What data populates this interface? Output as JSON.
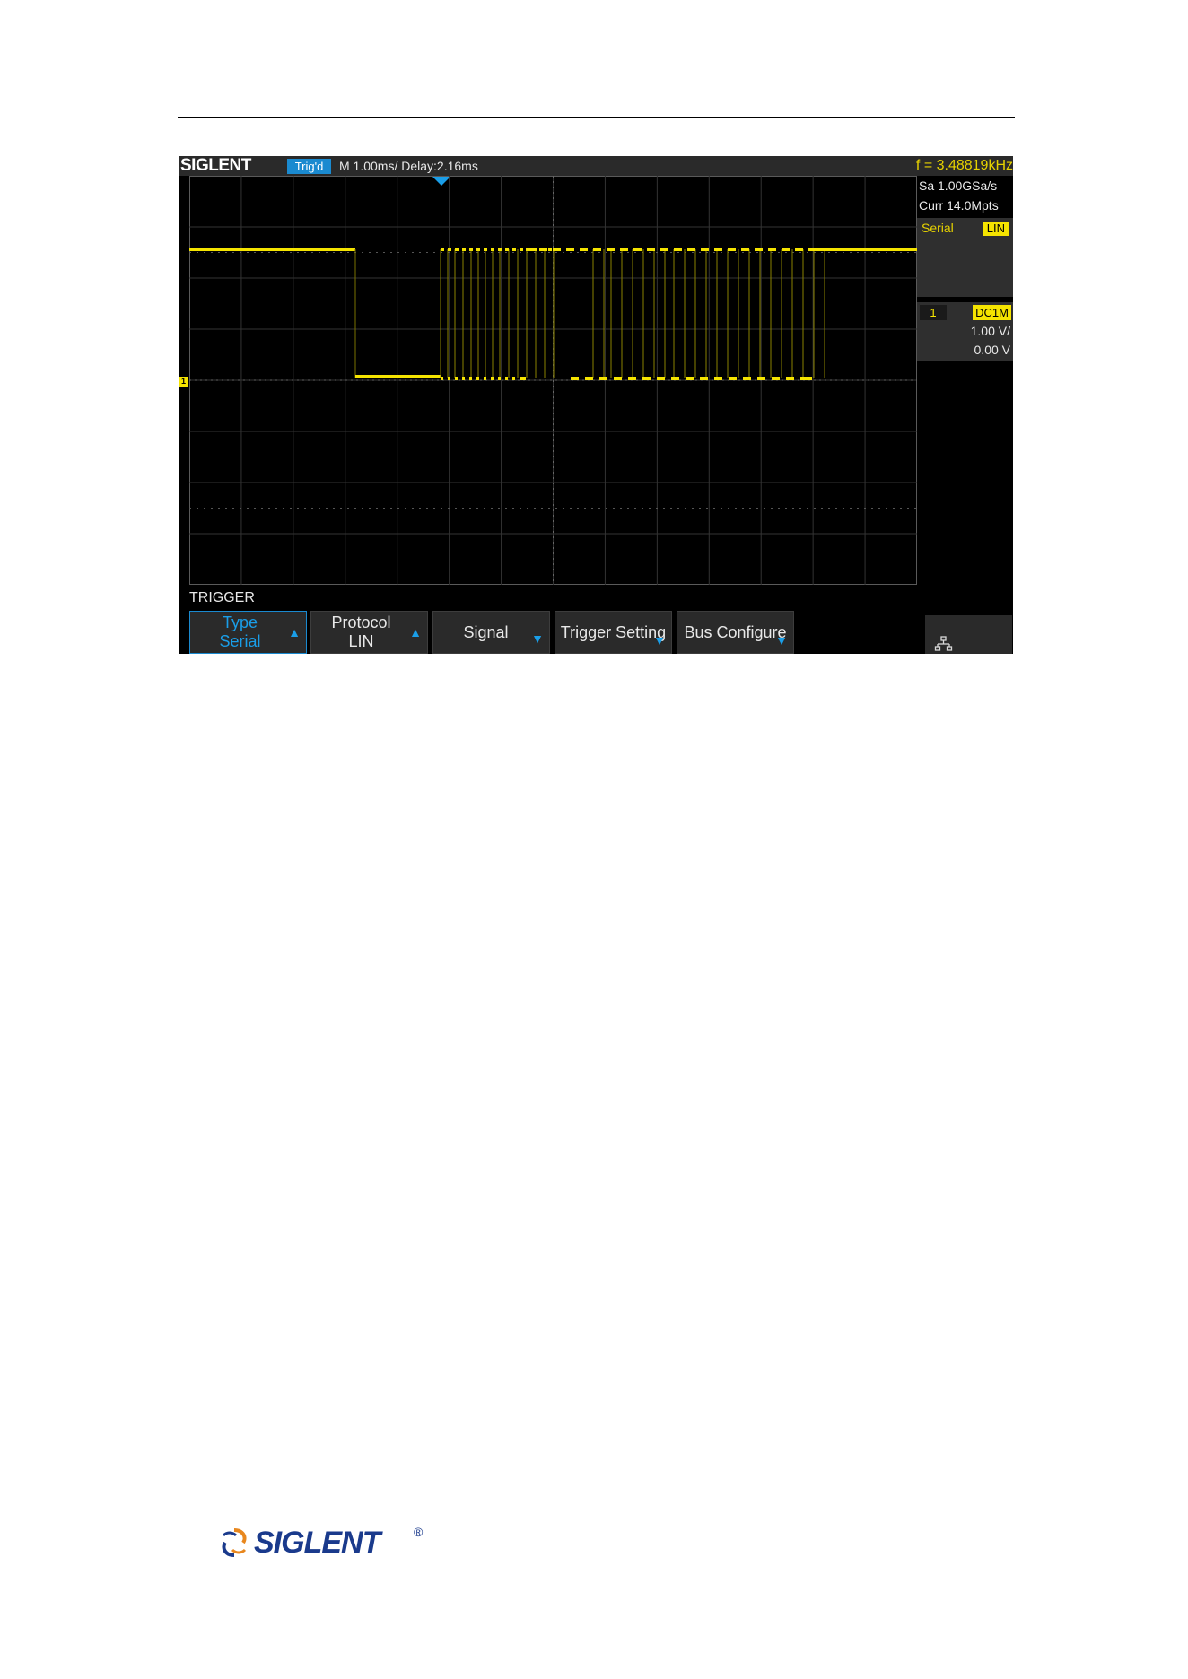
{
  "scope": {
    "brand": "SIGLENT",
    "trigger_status": "Trig'd",
    "timebase": "M 1.00ms/ Delay:2.16ms",
    "frequency": "f = 3.48819kHz",
    "sample_rate": "Sa 1.00GSa/s",
    "memory_depth": "Curr 14.0Mpts",
    "serial_label": "Serial",
    "serial_protocol_badge": "LIN",
    "channel": {
      "number": "1",
      "coupling": "DC1M",
      "volts_per_div": "1.00 V/",
      "offset": "0.00 V",
      "marker": "1"
    },
    "colors": {
      "trace": "#f5e400",
      "accent": "#1a8ad0",
      "panel": "#2f2f2f"
    },
    "menu": {
      "title": "TRIGGER",
      "buttons": [
        {
          "line1": "Type",
          "line2": "Serial",
          "icon": "arrow-up-icon"
        },
        {
          "line1": "Protocol",
          "line2": "LIN",
          "icon": "arrow-up-icon"
        },
        {
          "label": "Signal",
          "icon": "arrow-down-icon"
        },
        {
          "label": "Trigger Setting",
          "icon": "arrow-down-icon"
        },
        {
          "label": "Bus Configure",
          "icon": "arrow-down-icon"
        }
      ],
      "network_icon": "network-icon"
    },
    "waveform": {
      "levels": [
        "high",
        "low"
      ],
      "description_grid": {
        "h_divisions": 14,
        "v_divisions": 8
      }
    }
  },
  "footer": {
    "brand": "SIGLENT",
    "registered": "®"
  }
}
